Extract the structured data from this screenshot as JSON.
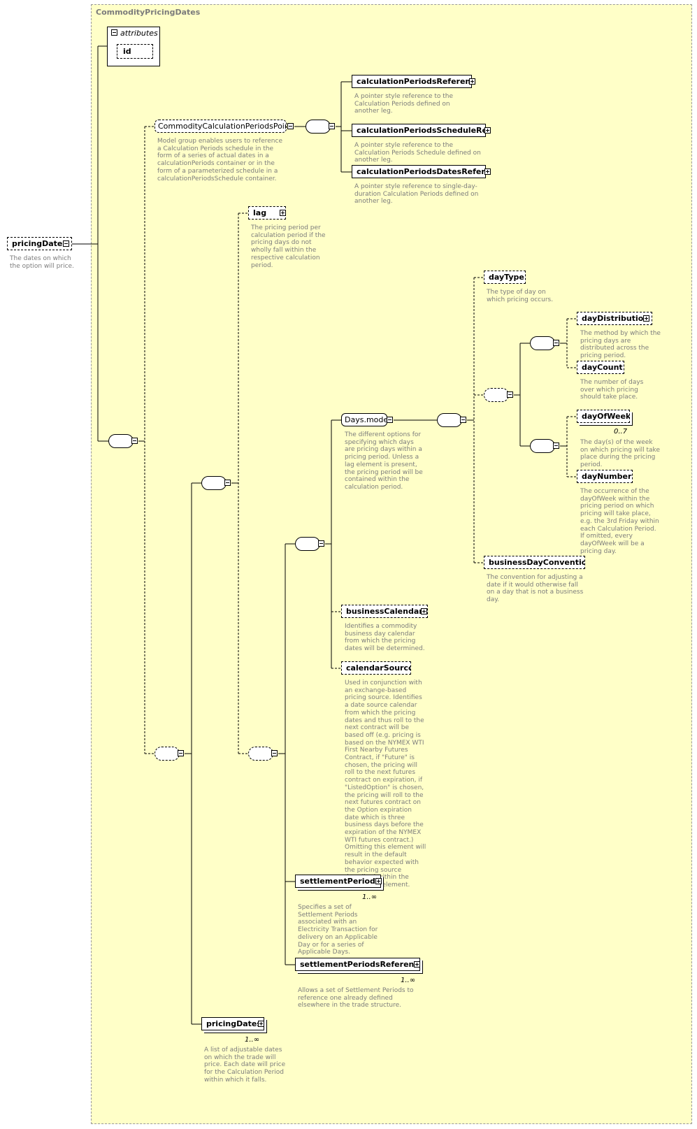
{
  "panel_title": "CommodityPricingDates",
  "root": {
    "name": "pricingDates",
    "desc": "The dates on which the option will price."
  },
  "attributes": {
    "label": "attributes",
    "id": "id"
  },
  "group_ref": {
    "name": "CommodityCalculationPeriodsPointer...",
    "desc": "Model group enables users to reference a Calculation Periods schedule in the form of a series of actual dates in a calculationPeriods container or in the form of a parameterized schedule in a calculationPeriodsSchedule container."
  },
  "calc_refs": [
    {
      "name": "calculationPeriodsReference",
      "desc": "A pointer style reference to the Calculation Periods defined on another leg."
    },
    {
      "name": "calculationPeriodsScheduleRef...",
      "desc": "A pointer style reference to the Calculation Periods Schedule defined on another leg."
    },
    {
      "name": "calculationPeriodsDatesRefere...",
      "desc": "A pointer style reference to single-day-duration Calculation Periods defined on another leg."
    }
  ],
  "lag": {
    "name": "lag",
    "desc": "The pricing period per calculation period if the pricing days do not wholly fall within the respective calculation period."
  },
  "days_model": {
    "name": "Days.model",
    "desc": "The different options for specifying which days are pricing days within a pricing period. Unless a lag element is present, the pricing period will be contained within the calculation period."
  },
  "day_type": {
    "name": "dayType",
    "desc": "The type of day on which pricing occurs."
  },
  "day_distribution": {
    "name": "dayDistribution",
    "desc": "The method by which the pricing days are distributed across the pricing period."
  },
  "day_count": {
    "name": "dayCount",
    "desc": "The number of days over which pricing should take place."
  },
  "day_of_week": {
    "name": "dayOfWeek",
    "card": "0..7",
    "desc": "The day(s) of the week on which pricing will take place during the pricing period."
  },
  "day_number": {
    "name": "dayNumber",
    "desc": "The occurrence of the dayOfWeek within the pricing period on which pricing will take place, e.g. the 3rd Friday within each Calculation Period. If omitted, every dayOfWeek will be a pricing day."
  },
  "business_day_convention": {
    "name": "businessDayConvention",
    "desc": "The convention for adjusting a date if it would otherwise fall on a day that is not a business day."
  },
  "business_calendar": {
    "name": "businessCalendar",
    "desc": "Identifies a commodity business day calendar from which the pricing dates will be determined."
  },
  "calendar_source": {
    "name": "calendarSource",
    "desc": "Used in conjunction with an exchange-based pricing source. Identifies a date source calendar from which the pricing dates and thus roll to the next contract will be based off (e.g. pricing is based on the NYMEX WTI First Nearby Futures Contract, if \"Future\" is chosen, the pricing will roll to the next futures contract on expiration, if \"ListedOption\" is chosen, the pricing will roll to the next futures contract on the Option expiration date which is three business days before the expiration of the NYMEX WTI futures contract.) Omitting this element will result in the default behavior expected with the pricing source described within the commodity element."
  },
  "settlement_periods": {
    "name": "settlementPeriods",
    "card": "1..∞",
    "desc": "Specifies a set of Settlement Periods associated with an Electricity Transaction for delivery on an Applicable Day or for a series of Applicable Days."
  },
  "settlement_periods_reference": {
    "name": "settlementPeriodsReference",
    "card": "1..∞",
    "desc": "Allows a set of Settlement Periods to reference one already defined elsewhere in the trade structure."
  },
  "pricing_dates_child": {
    "name": "pricingDates",
    "card": "1..∞",
    "desc": "A list of adjustable dates on which the trade will price. Each date will price for the Calculation Period within which it falls."
  }
}
